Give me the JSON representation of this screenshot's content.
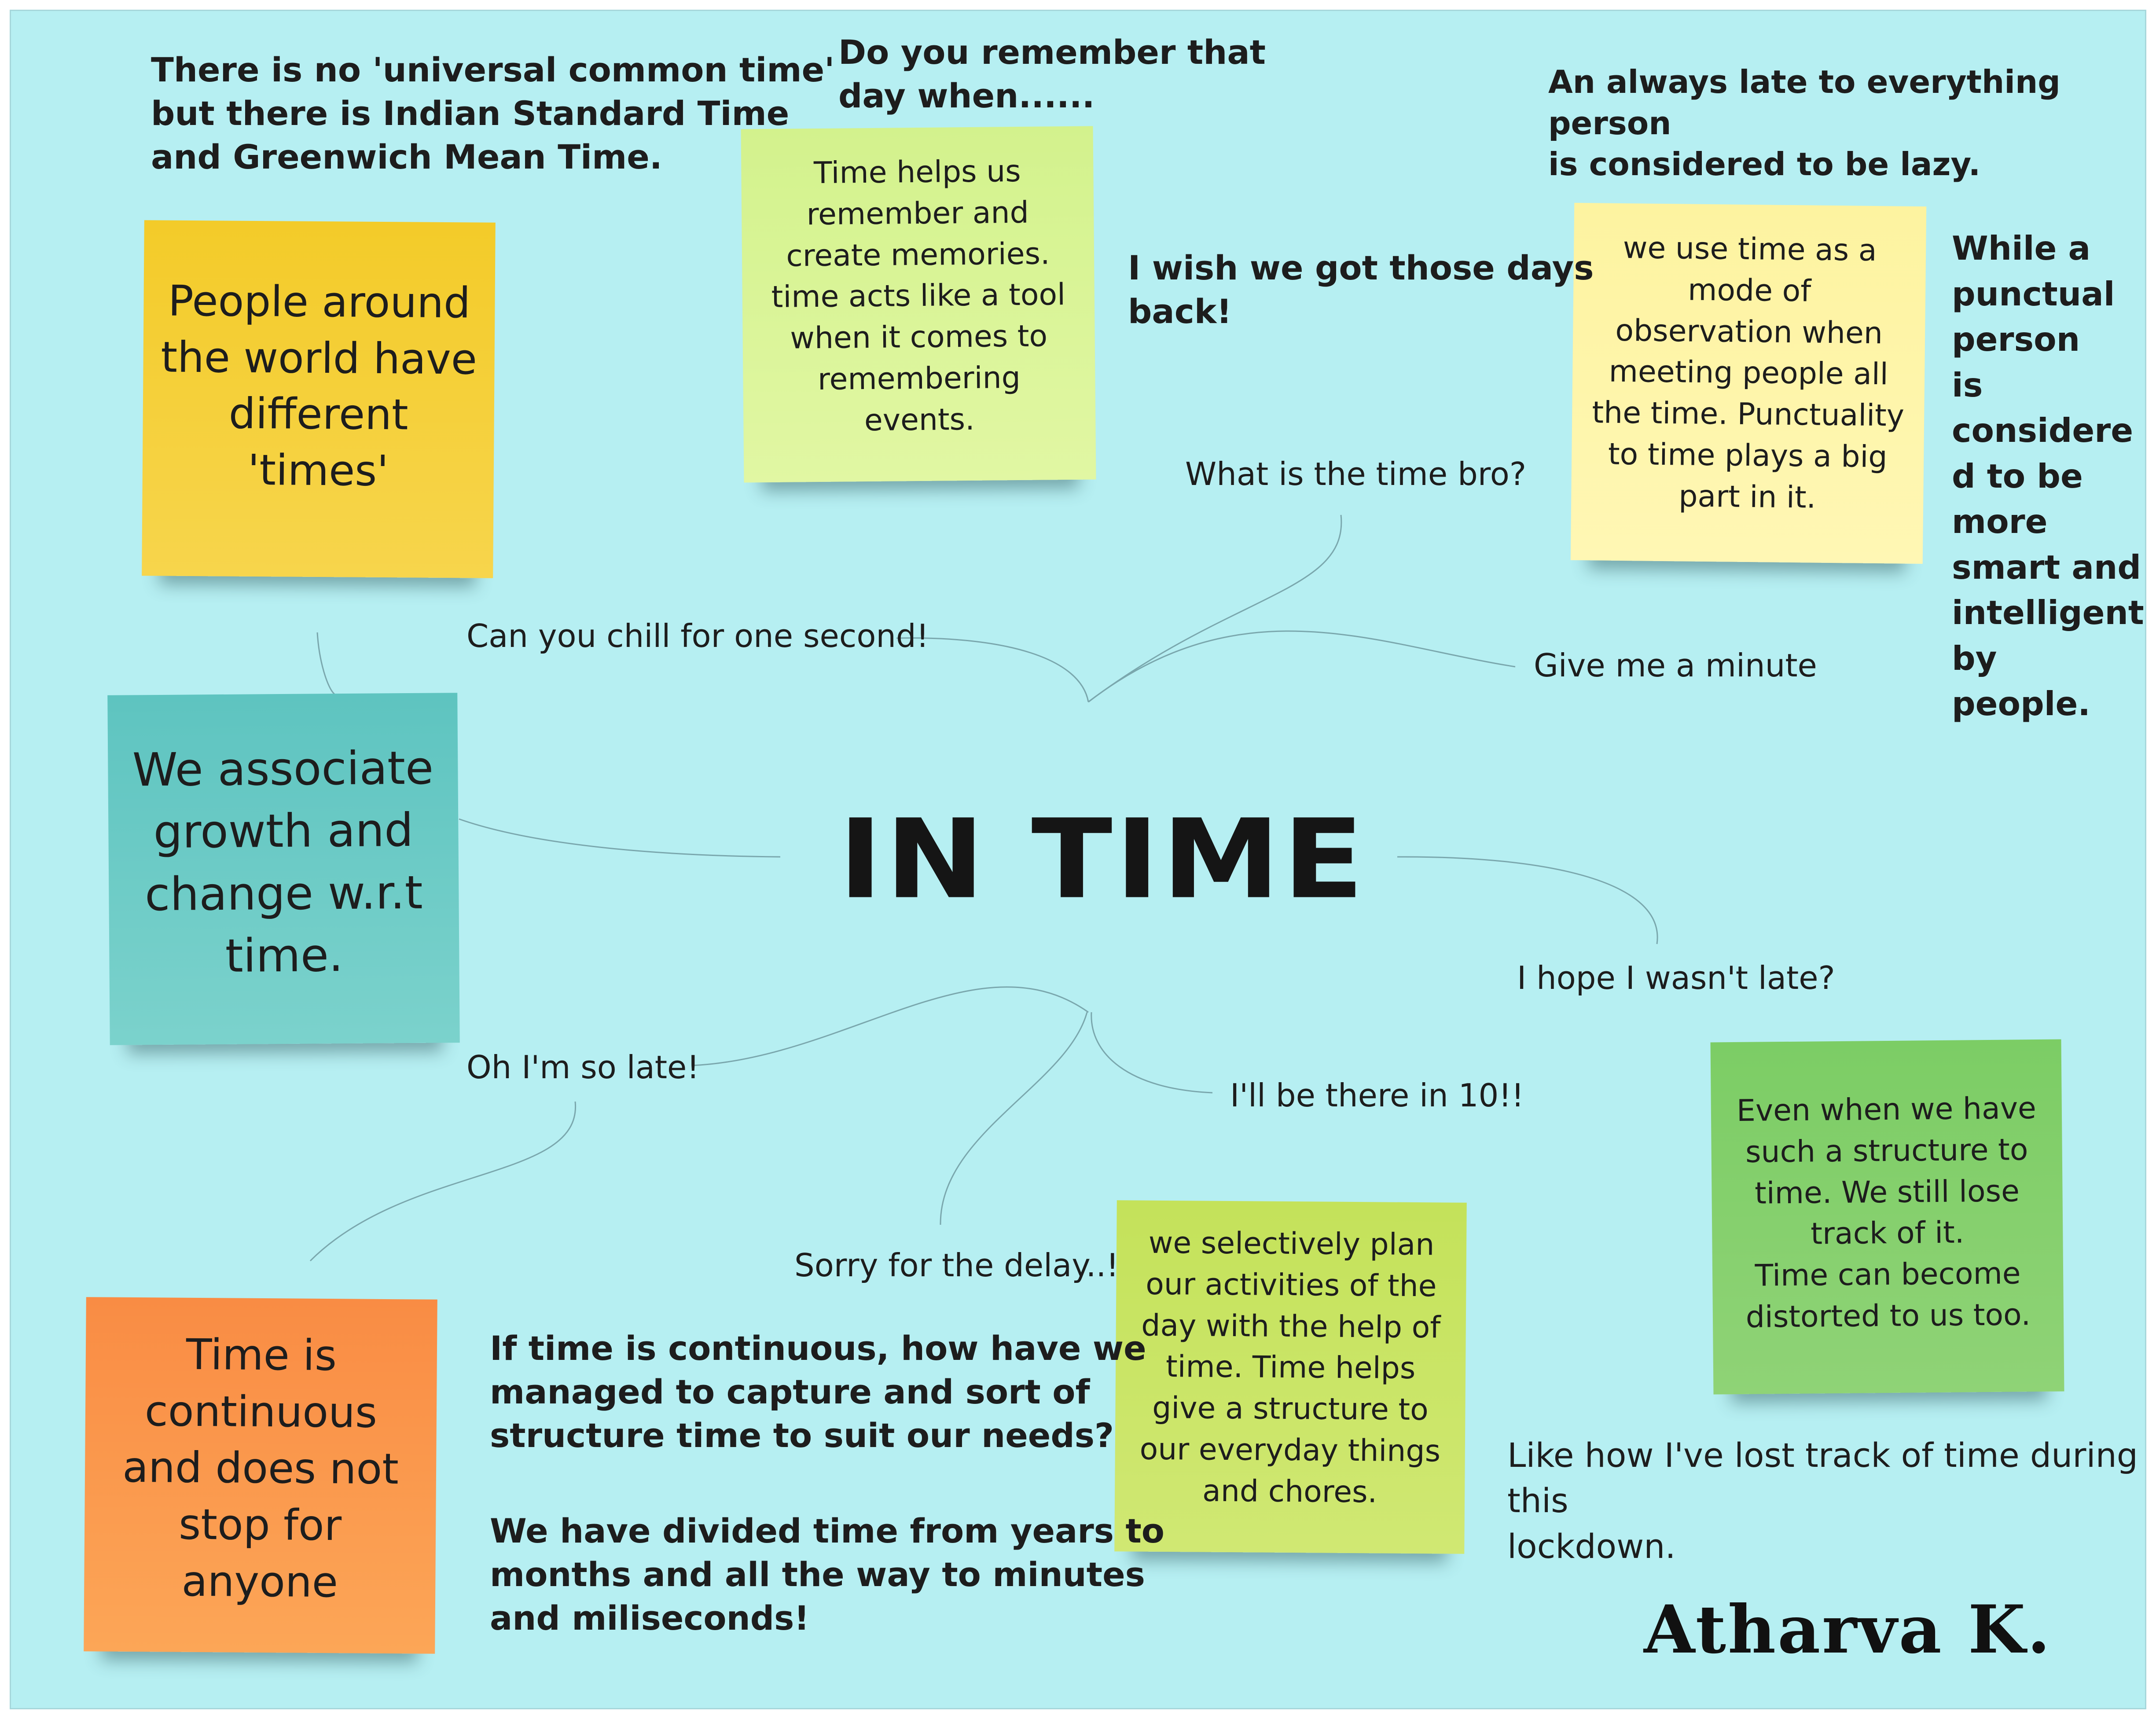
{
  "title": "IN TIME",
  "signature": "Atharva K.",
  "notes": {
    "people_times": "People around\nthe world have\ndifferent\n'times'",
    "memories": "Time helps us\nremember and\ncreate memories.\ntime acts like a tool\nwhen it comes to\nremembering\nevents.",
    "observation": "we use time as a\nmode of\nobservation when\nmeeting people all\nthe time. Punctuality\nto time plays a big\npart in it.",
    "growth": "We associate\ngrowth and\nchange w.r.t\ntime.",
    "continuous": "Time is\ncontinuous\nand does not\nstop for\nanyone",
    "plan": "we selectively plan\nour activities of the\nday with the help of\ntime. Time helps\ngive a structure to\nour everyday things\nand chores.",
    "structure": "Even when we have\nsuch a structure to\ntime. We still lose\ntrack of it.\nTime can become\ndistorted to us too."
  },
  "bold_text": {
    "universal": "There is no 'universal common time'\nbut there is Indian Standard Time\nand Greenwich Mean Time.",
    "remember": "Do you remember that\nday when......",
    "wish": "I wish we got those days\nback!",
    "late_person": "An always late to everything\nperson\nis considered to be lazy.",
    "punctual": "While a\npunctual\nperson\nis\nconsidere\nd to be\nmore\nsmart and\nintelligent\nby people.",
    "continuous_q": "If time is continuous, how have we\nmanaged to capture and sort of\nstructure time to suit our needs?",
    "divided": "We have divided time from years to\nmonths and all the way to minutes\nand miliseconds!"
  },
  "phrases": {
    "time_bro": "What is the time bro?",
    "chill": "Can you chill for one second!",
    "minute": "Give me a minute",
    "hope_late": "I hope I wasn't late?",
    "so_late": "Oh I'm so late!",
    "be_there": "I'll be there in 10!!",
    "delay": "Sorry for the delay..!",
    "lockdown": "Like how I've lost track of time during this\nlockdown."
  }
}
